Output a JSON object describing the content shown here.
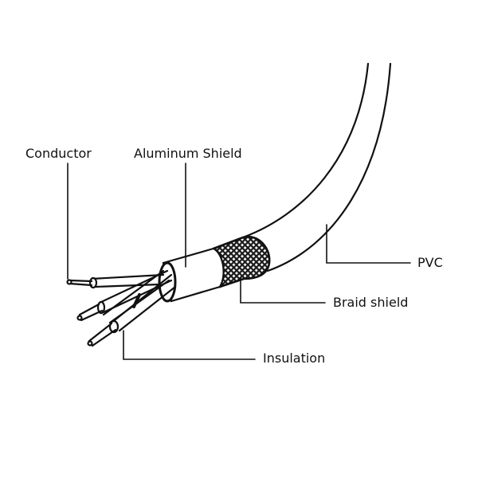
{
  "labels": {
    "conductor": "Conductor",
    "aluminum_shield": "Aluminum Shield",
    "pvc": "PVC",
    "braid_shield": "Braid shield",
    "insulation": "Insulation"
  },
  "colors": {
    "line": "#111111",
    "background": "#ffffff"
  }
}
